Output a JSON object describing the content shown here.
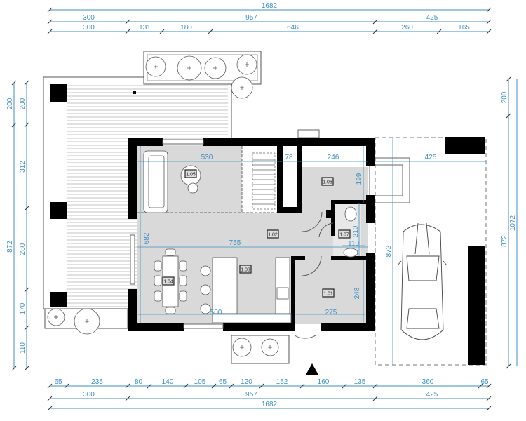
{
  "colors": {
    "dimension": "#3f8fc4",
    "wall": "#000000",
    "floor": "#d9d9d9",
    "line": "#444444"
  },
  "dimensions": {
    "top_total": "1682",
    "top_mid": [
      "300",
      "957",
      "425"
    ],
    "top_detail": [
      "300",
      "131",
      "180",
      "646",
      "260",
      "165"
    ],
    "bottom_detail": [
      "65",
      "235",
      "80",
      "140",
      "105",
      "65",
      "120",
      "152",
      "160",
      "135",
      "360",
      "65"
    ],
    "bottom_mid": [
      "300",
      "957",
      "425"
    ],
    "bottom_total": "1682",
    "left_outer": [
      "200",
      "872"
    ],
    "left_inner": [
      "200",
      "312",
      "280",
      "170",
      "110"
    ],
    "right_inner": [
      "200",
      "872"
    ],
    "right_outer": "1072",
    "interior": {
      "living_width": "530",
      "stair_width": "78",
      "room_106_width": "246",
      "room_106_height": "199",
      "hall_height": "682",
      "hall_width": "755",
      "wc_height": "210",
      "wc_width": "110",
      "kitchen_width": "500",
      "room_101_width": "275",
      "room_101_height": "248",
      "garage_width": "425",
      "garage_height": "872"
    }
  },
  "rooms": [
    "1.01",
    "1.02",
    "1.03",
    "1.04",
    "1.05",
    "1.06",
    "1.07"
  ],
  "icons": [
    "north-arrow-icon",
    "car-icon",
    "tree-icon",
    "sofa-icon",
    "dining-table-icon",
    "toilet-icon",
    "stairs-icon"
  ]
}
